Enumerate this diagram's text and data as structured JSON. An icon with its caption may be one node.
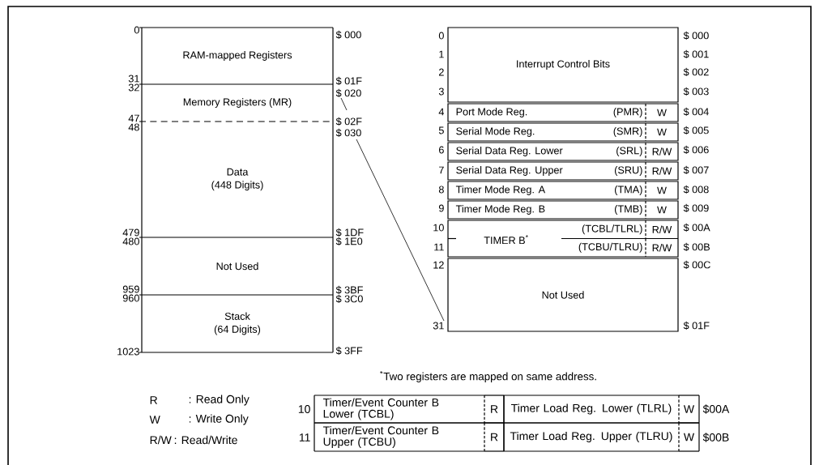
{
  "diagram": {
    "nodes": [
      {
        "text": [
          "RAM-mapped Registers"
        ]
      },
      {
        "text": [
          "Memory Registers (MR)"
        ]
      },
      {
        "text": [
          "Data",
          "(448 Digits)"
        ]
      },
      {
        "text": [
          "Not Used"
        ]
      },
      {
        "text": [
          "Stack",
          "(64 Digits)"
        ]
      },
      {
        "text": [
          "Interrupt Control Bits"
        ]
      },
      {
        "text": [
          "Port Mode Reg.",
          "(PMR)",
          "W"
        ]
      },
      {
        "text": [
          "Serial Mode Reg.",
          "(SMR)",
          "W"
        ]
      },
      {
        "text": [
          "Serial Data Reg. Lower",
          "(SRL)",
          "R/W"
        ]
      },
      {
        "text": [
          "Serial Data Reg. Upper",
          "(SRU)",
          "R/W"
        ]
      },
      {
        "text": [
          "Timer Mode Reg. A",
          "(TMA)",
          "W"
        ]
      },
      {
        "text": [
          "Timer Mode Reg. B",
          "(TMB)",
          "W"
        ]
      },
      {
        "text": [
          "TIMER B$^{*}$"
        ]
      },
      {
        "text": [
          "(TCBL/TLRL)",
          "R/W"
        ],
        "in": 12
      },
      {
        "text": [
          "(TCBU/TLRU)",
          "R/W"
        ],
        "in": 12
      },
      {
        "text": [
          "Not Used"
        ]
      }
    ],
    "labels": [
      "0",
      "31",
      "32",
      "47",
      "48",
      "479",
      "480",
      "959",
      "960",
      "1023",
      "$ 000",
      "$ 01F",
      "$ 020",
      "$ 02F",
      "$ 030",
      "$ 1DF",
      "$ 1E0",
      "$ 3BF",
      "$ 3C0",
      "$ 3FF",
      "0",
      "1",
      "2",
      "3",
      "4",
      "5",
      "6",
      "7",
      "8",
      "9",
      "10",
      "11",
      "12",
      "31",
      "$ 000",
      "$ 001",
      "$ 002",
      "$ 003",
      "$ 004",
      "$ 005",
      "$ 006",
      "$ 007",
      "$ 008",
      "$ 009",
      "$ 00A",
      "$ 00B",
      "$ 00C",
      "$ 01F",
      "$^{*}$Two registers are mapped on same address.",
      "R",
      ": Read Only",
      "W",
      ": Write Only",
      "R/W",
      ": Read/Write",
      "10",
      "Timer/Event Counter B Lower (TCBL)",
      "R",
      "Timer Load Reg. Lower (TLRL)",
      "W",
      "$00A",
      "11",
      "Timer/Event Counter B Upper (TCBU)",
      "R",
      "Timer Load Reg. Upper (TLRU)",
      "W",
      "$00B"
    ]
  }
}
